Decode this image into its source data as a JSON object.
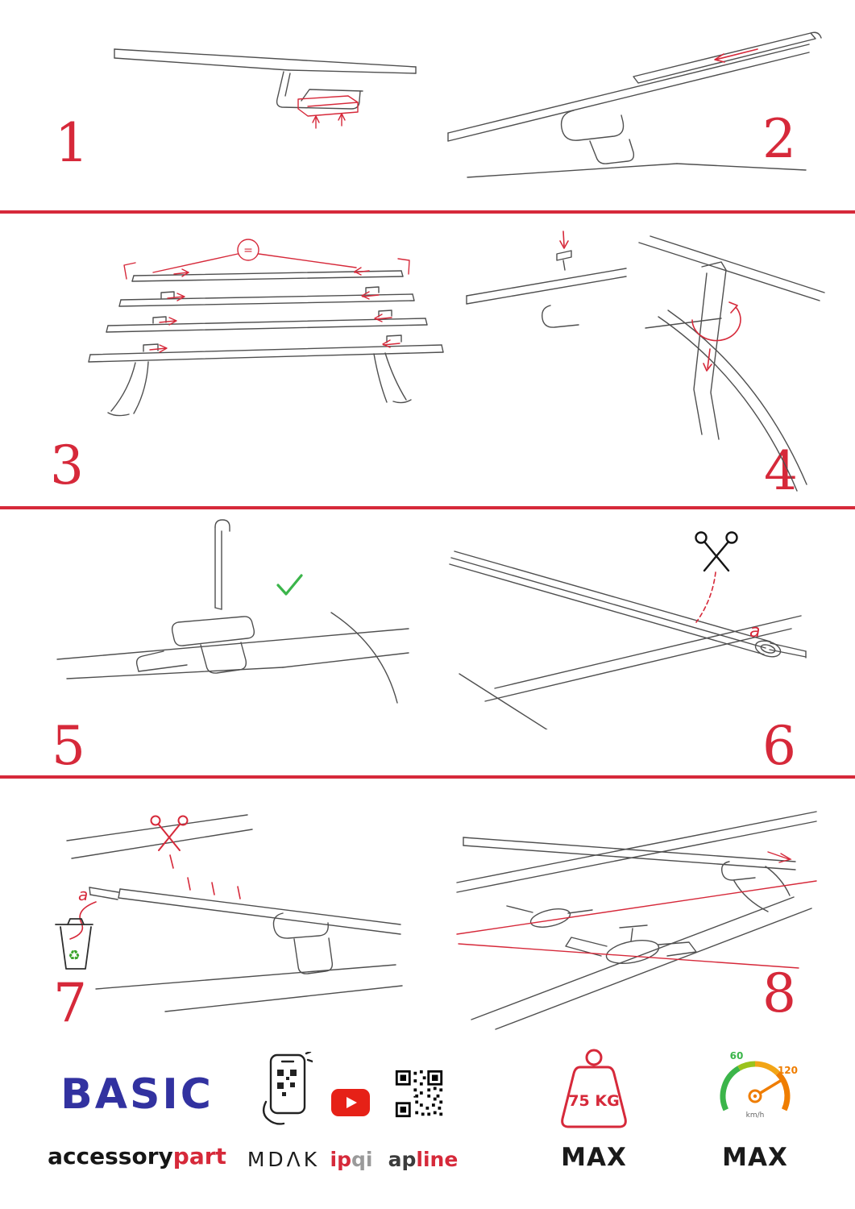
{
  "steps": [
    {
      "number": "1"
    },
    {
      "number": "2"
    },
    {
      "number": "3",
      "equal": "="
    },
    {
      "number": "4"
    },
    {
      "number": "5"
    },
    {
      "number": "6",
      "label": "a"
    },
    {
      "number": "7",
      "label": "a"
    },
    {
      "number": "8"
    }
  ],
  "icons": {
    "recycle": "♻"
  },
  "footer": {
    "product": "BASIC",
    "brand": {
      "black": "accessory",
      "red": "part"
    },
    "mdak": "MDΛK",
    "ipqi": {
      "red": "ip",
      "gray": "qi"
    },
    "apline": {
      "dark": "ap",
      "red": "line"
    },
    "weight": {
      "value": "75 KG",
      "max": "MAX"
    },
    "speed": {
      "low": "60",
      "high": "120",
      "unit": "km/h",
      "max": "MAX"
    }
  },
  "colors": {
    "accent_red": "#d6293a",
    "brand_blue": "#3232a0",
    "check_green": "#3bb54a",
    "speed_green": "#3bb54a",
    "speed_orange": "#ef7d00",
    "youtube_red": "#e62117"
  }
}
